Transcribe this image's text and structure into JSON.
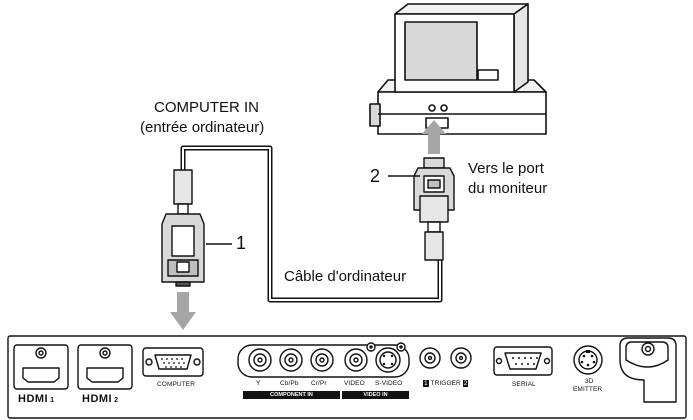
{
  "labels": {
    "computer_in": "COMPUTER IN",
    "computer_in_fr": "(entrée ordinateur)",
    "monitor_port_1": "Vers le port",
    "monitor_port_2": "du moniteur",
    "cable": "Câble d'ordinateur",
    "callout_1": "1",
    "callout_2": "2"
  },
  "panel": {
    "hdmi_1": "HDMI",
    "hdmi_1_num": "1",
    "hdmi_2": "HDMI",
    "hdmi_2_num": "2",
    "computer": "COMPUTER",
    "y": "Y",
    "cb_pb": "Cb/Pb",
    "cr_pr": "Cr/Pr",
    "component_in": "COMPONENT IN",
    "video": "VIDEO",
    "s_video": "S-VIDEO",
    "video_in": "VIDEO IN",
    "trigger": "TRIGGER",
    "trigger_1": "1",
    "trigger_2": "2",
    "serial": "SERIAL",
    "emitter_3d": "3D",
    "emitter": "EMITTER"
  },
  "colors": {
    "line": "#111111",
    "arrow": "#a6a6a6",
    "fill": "#ffffff",
    "shade": "#d9d9d9"
  }
}
